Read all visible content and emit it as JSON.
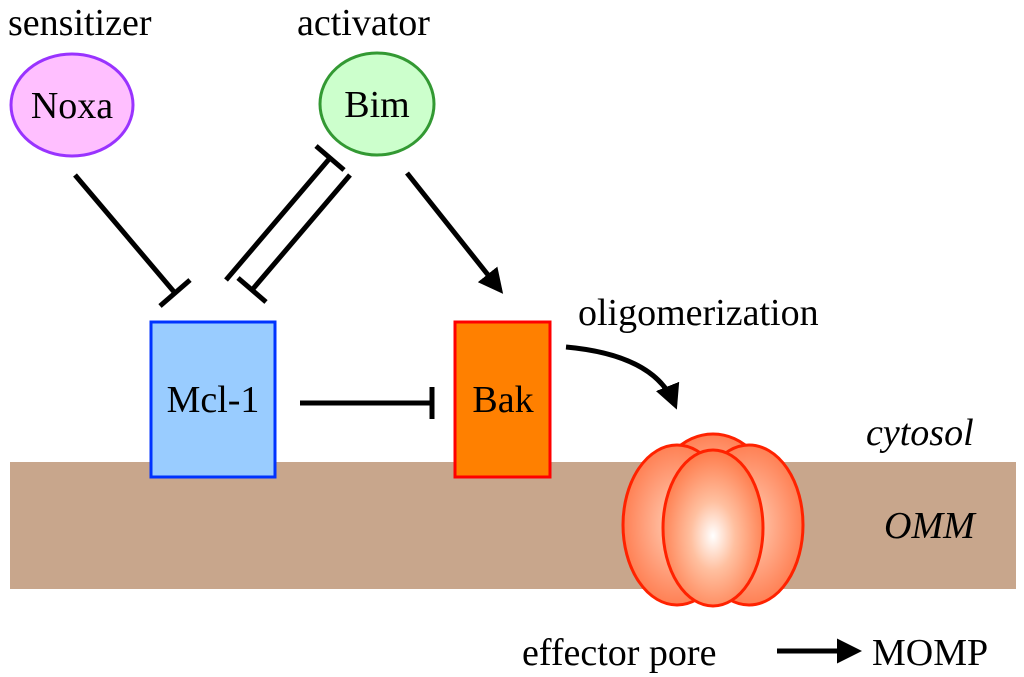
{
  "labels": {
    "sensitizer": "sensitizer",
    "activator": "activator",
    "oligomerization": "oligomerization",
    "cytosol": "cytosol",
    "omm": "OMM",
    "effector_pore": "effector pore",
    "momp": "MOMP"
  },
  "nodes": {
    "noxa": "Noxa",
    "bim": "Bim",
    "mcl1": "Mcl-1",
    "bak": "Bak"
  },
  "colors": {
    "membrane": "#c8a68c",
    "noxa_fill": "#ffbfff",
    "noxa_stroke": "#9933ff",
    "bim_fill": "#ccffcc",
    "bim_stroke": "#339933",
    "mcl1_fill": "#99ccff",
    "mcl1_stroke": "#0033ff",
    "bak_fill": "#ff8000",
    "bak_stroke": "#ff0000",
    "pore_stroke": "#ff2200"
  },
  "edges": [
    {
      "from": "Noxa",
      "to": "Mcl-1",
      "type": "inhibit"
    },
    {
      "from": "Bim",
      "to": "Mcl-1",
      "type": "inhibit"
    },
    {
      "from": "Mcl-1",
      "to": "Bim",
      "type": "inhibit"
    },
    {
      "from": "Bim",
      "to": "Bak",
      "type": "activate"
    },
    {
      "from": "Mcl-1",
      "to": "Bak",
      "type": "inhibit"
    },
    {
      "from": "Bak",
      "to": "effector pore",
      "type": "activate"
    },
    {
      "from": "effector pore",
      "to": "MOMP",
      "type": "activate"
    }
  ]
}
